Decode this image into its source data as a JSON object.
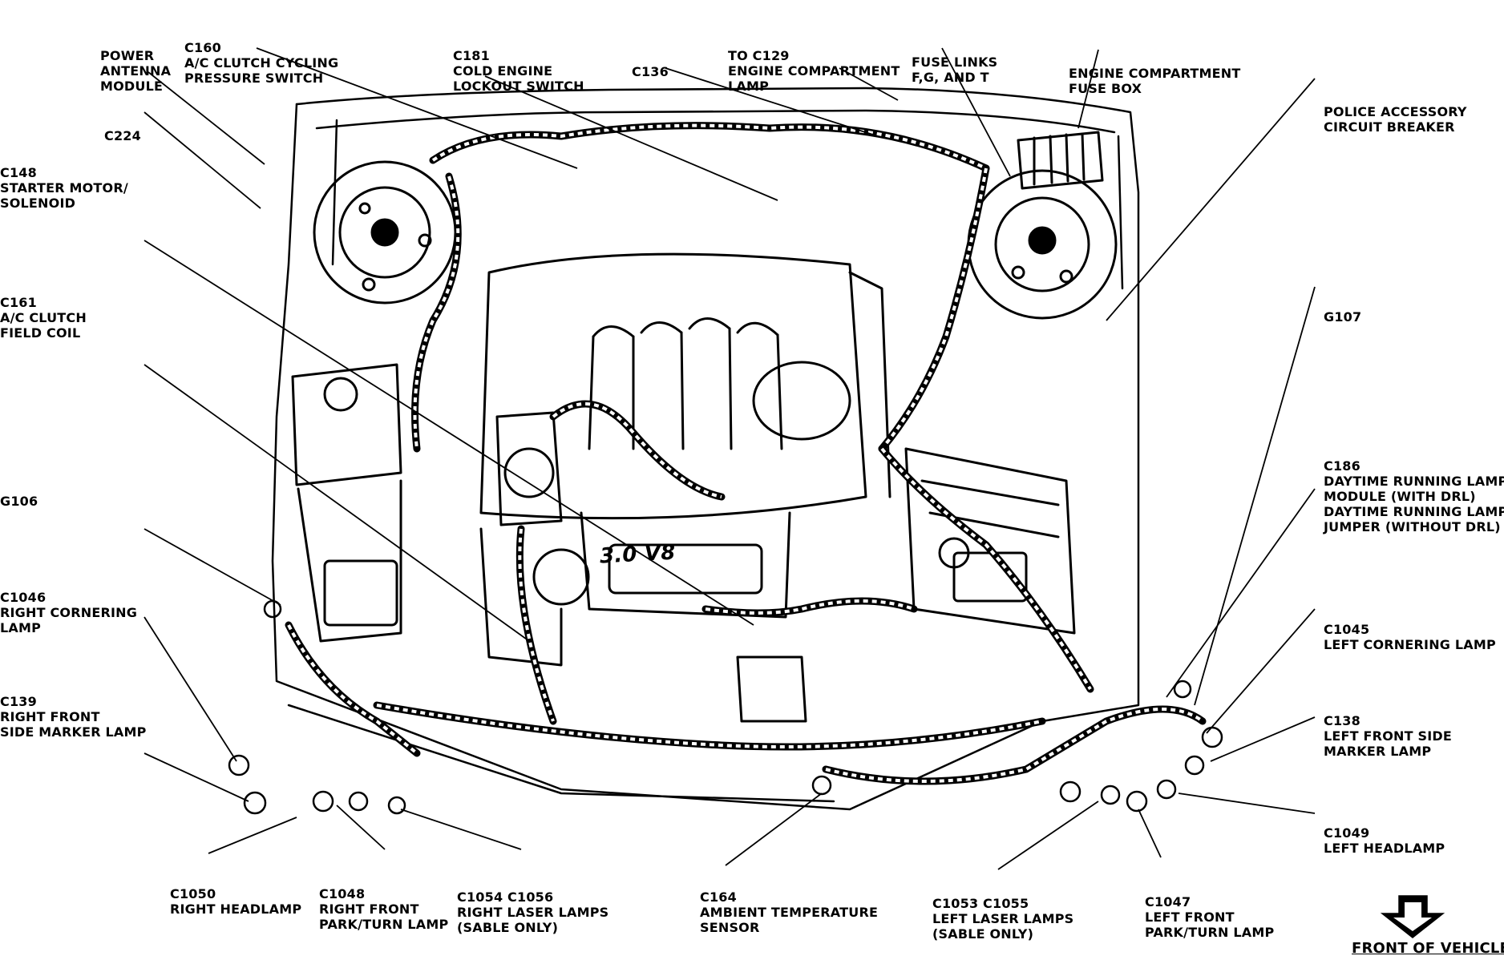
{
  "callouts": [
    {
      "id": "power-antenna",
      "lines": [
        "POWER",
        "ANTENNA",
        "MODULE"
      ]
    },
    {
      "id": "c160",
      "lines": [
        "C160",
        "A/C CLUTCH CYCLING",
        "PRESSURE SWITCH"
      ]
    },
    {
      "id": "c181",
      "lines": [
        "C181",
        "COLD ENGINE",
        "LOCKOUT SWITCH"
      ]
    },
    {
      "id": "c136",
      "lines": [
        "C136"
      ]
    },
    {
      "id": "c129",
      "lines": [
        "TO C129",
        "ENGINE COMPARTMENT",
        "LAMP"
      ]
    },
    {
      "id": "fuse-links",
      "lines": [
        "FUSE LINKS",
        "F,G, AND T"
      ]
    },
    {
      "id": "fuse-box",
      "lines": [
        "ENGINE COMPARTMENT",
        "FUSE BOX"
      ]
    },
    {
      "id": "police-breaker",
      "lines": [
        "POLICE ACCESSORY",
        "CIRCUIT BREAKER"
      ]
    },
    {
      "id": "c224",
      "lines": [
        "C224"
      ]
    },
    {
      "id": "c148",
      "lines": [
        "C148",
        "STARTER MOTOR/",
        "SOLENOID"
      ]
    },
    {
      "id": "c161",
      "lines": [
        "C161",
        "A/C CLUTCH",
        "FIELD COIL"
      ]
    },
    {
      "id": "g107",
      "lines": [
        "G107"
      ]
    },
    {
      "id": "g106",
      "lines": [
        "G106"
      ]
    },
    {
      "id": "c186",
      "lines": [
        "C186",
        "DAYTIME RUNNING LAMPS",
        "MODULE (WITH DRL)",
        "DAYTIME RUNNING LAMPS",
        "JUMPER (WITHOUT DRL)"
      ]
    },
    {
      "id": "c1046",
      "lines": [
        "C1046",
        "RIGHT CORNERING",
        "LAMP"
      ]
    },
    {
      "id": "c1045",
      "lines": [
        "C1045",
        "LEFT CORNERING LAMP"
      ]
    },
    {
      "id": "c139",
      "lines": [
        "C139",
        "RIGHT FRONT",
        "SIDE MARKER LAMP"
      ]
    },
    {
      "id": "c138",
      "lines": [
        "C138",
        "LEFT FRONT SIDE",
        "MARKER LAMP"
      ]
    },
    {
      "id": "c1049",
      "lines": [
        "C1049",
        "LEFT HEADLAMP"
      ]
    },
    {
      "id": "c1050",
      "lines": [
        "C1050",
        "RIGHT HEADLAMP"
      ]
    },
    {
      "id": "c1048",
      "lines": [
        "C1048",
        "RIGHT FRONT",
        "PARK/TURN LAMP"
      ]
    },
    {
      "id": "c1054",
      "lines": [
        "C1054 C1056",
        "RIGHT LASER LAMPS",
        "(SABLE ONLY)"
      ]
    },
    {
      "id": "c164",
      "lines": [
        "C164",
        "AMBIENT TEMPERATURE",
        "SENSOR"
      ]
    },
    {
      "id": "c1053",
      "lines": [
        "C1053 C1055",
        "LEFT LASER LAMPS",
        "(SABLE ONLY)"
      ]
    },
    {
      "id": "c1047",
      "lines": [
        "C1047",
        "LEFT FRONT",
        "PARK/TURN LAMP"
      ]
    }
  ],
  "engine_badge": "3.0 V8",
  "front_caption": "FRONT OF VEHICLE"
}
